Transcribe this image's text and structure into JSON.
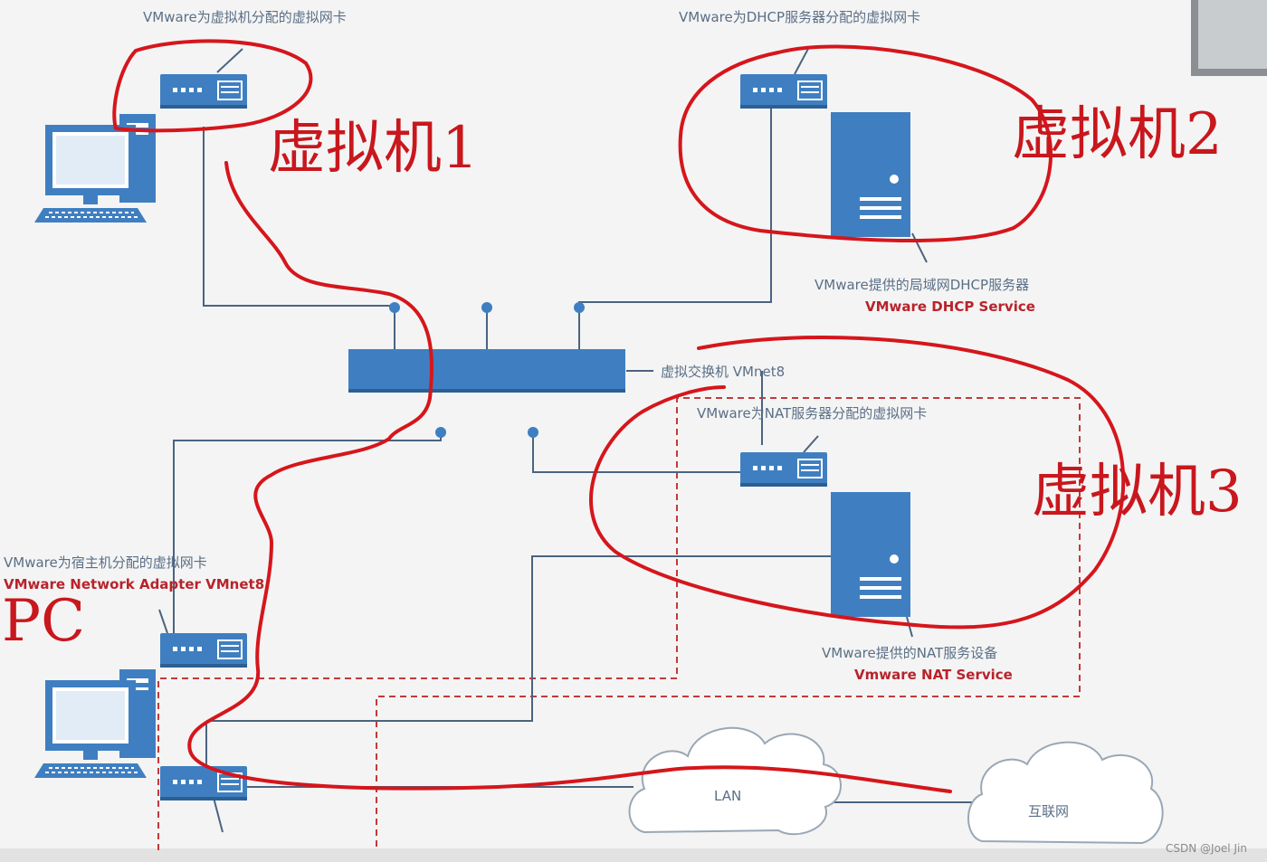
{
  "labels": {
    "vm1_nic": "VMware为虚拟机分配的虚拟网卡",
    "dhcp_nic": "VMware为DHCP服务器分配的虚拟网卡",
    "dhcp_server": "VMware提供的局域网DHCP服务器",
    "dhcp_service": "VMware DHCP Service",
    "switch": "虚拟交换机 VMnet8",
    "nat_nic": "VMware为NAT服务器分配的虚拟网卡",
    "nat_device": "VMware提供的NAT服务设备",
    "nat_service": "Vmware NAT Service",
    "host_nic": "VMware为宿主机分配的虚拟网卡",
    "host_adapter": "VMware Network Adapter VMnet8",
    "lan": "LAN",
    "internet": "互联网"
  },
  "annotations": {
    "vm1": "虚拟机1",
    "vm2": "虚拟机2",
    "vm3": "虚拟机3",
    "pc": "PC"
  },
  "watermark": "CSDN @Joel Jin",
  "colors": {
    "device_blue": "#3f7fc1",
    "wire": "#4a6480",
    "dashed_border": "#c23a3a",
    "annotation_red": "#d5161c",
    "background": "#f4f4f4"
  },
  "icons": [
    "computer-icon",
    "network-card-icon",
    "server-icon",
    "switch-icon",
    "cloud-icon"
  ]
}
